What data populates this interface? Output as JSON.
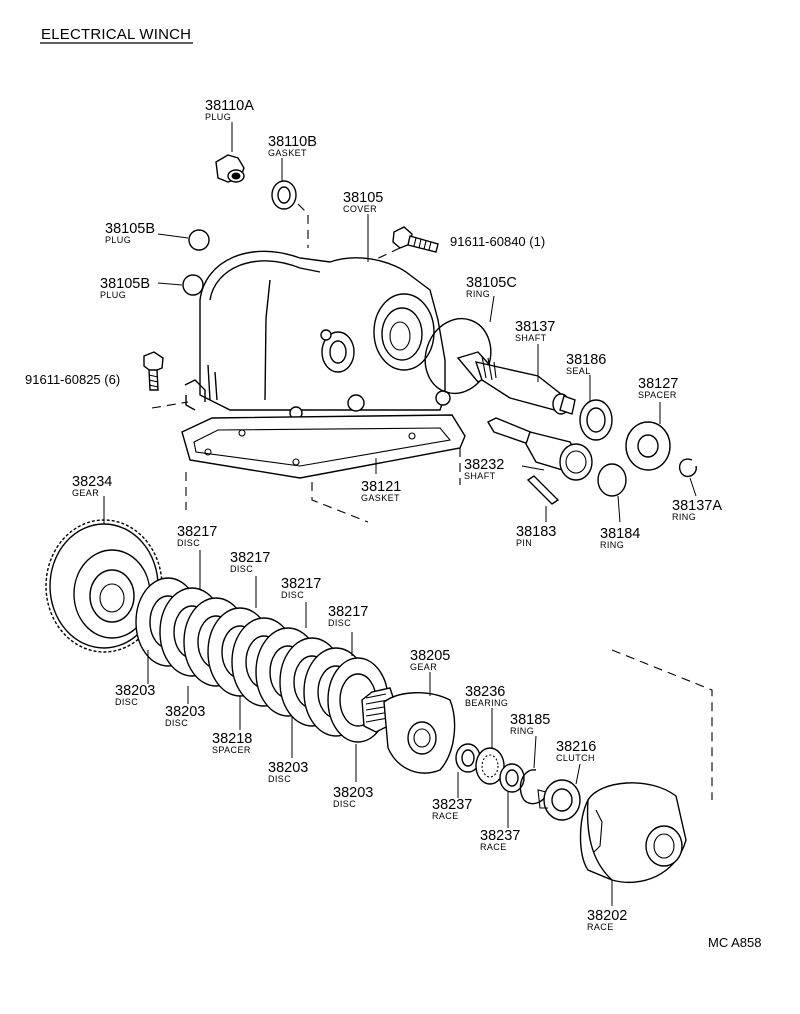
{
  "title": "ELECTRICAL WINCH",
  "diagram_code": "MC A858",
  "parts": [
    {
      "number": "38110A",
      "name": "PLUG"
    },
    {
      "number": "38110B",
      "name": "GASKET"
    },
    {
      "number": "38105",
      "name": "COVER"
    },
    {
      "number": "38105B",
      "name": "PLUG"
    },
    {
      "number": "38105B",
      "name": "PLUG"
    },
    {
      "number": "91611-60840 (1)",
      "name": ""
    },
    {
      "number": "38105C",
      "name": "RING"
    },
    {
      "number": "38137",
      "name": "SHAFT"
    },
    {
      "number": "38186",
      "name": "SEAL"
    },
    {
      "number": "38127",
      "name": "SPACER"
    },
    {
      "number": "91611-60825 (6)",
      "name": ""
    },
    {
      "number": "38232",
      "name": "SHAFT"
    },
    {
      "number": "38121",
      "name": "GASKET"
    },
    {
      "number": "38234",
      "name": "GEAR"
    },
    {
      "number": "38183",
      "name": "PIN"
    },
    {
      "number": "38184",
      "name": "RING"
    },
    {
      "number": "38137A",
      "name": "RING"
    },
    {
      "number": "38217",
      "name": "DISC"
    },
    {
      "number": "38217",
      "name": "DISC"
    },
    {
      "number": "38217",
      "name": "DISC"
    },
    {
      "number": "38217",
      "name": "DISC"
    },
    {
      "number": "38205",
      "name": "GEAR"
    },
    {
      "number": "38236",
      "name": "BEARING"
    },
    {
      "number": "38185",
      "name": "RING"
    },
    {
      "number": "38216",
      "name": "CLUTCH"
    },
    {
      "number": "38203",
      "name": "DISC"
    },
    {
      "number": "38203",
      "name": "DISC"
    },
    {
      "number": "38218",
      "name": "SPACER"
    },
    {
      "number": "38203",
      "name": "DISC"
    },
    {
      "number": "38203",
      "name": "DISC"
    },
    {
      "number": "38237",
      "name": "RACE"
    },
    {
      "number": "38237",
      "name": "RACE"
    },
    {
      "number": "38202",
      "name": "RACE"
    }
  ]
}
